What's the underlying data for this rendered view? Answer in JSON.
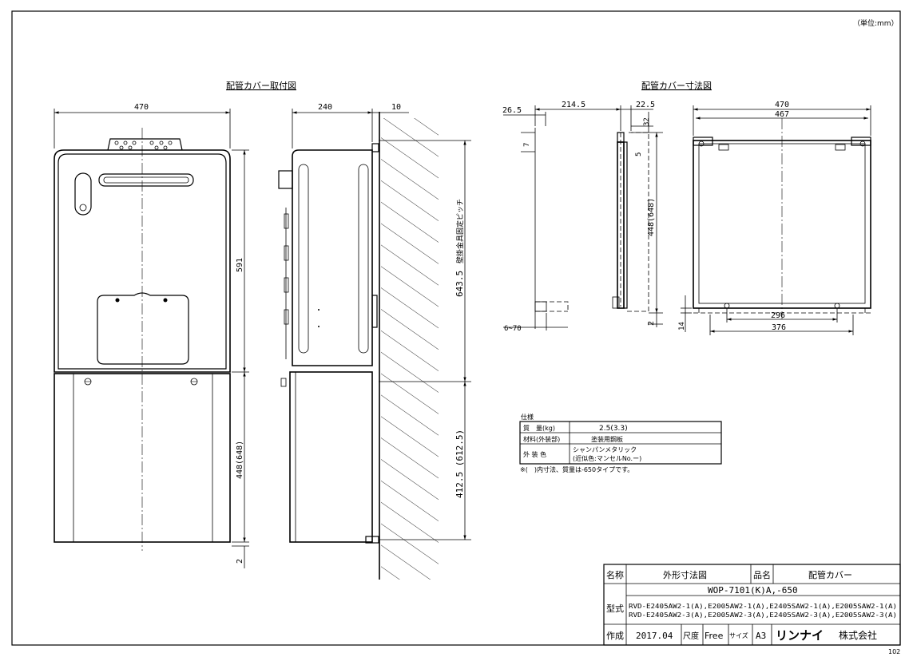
{
  "unit_note": "（単位:mm）",
  "page_number": "102",
  "views": {
    "mounting_title": "配管カバー取付図",
    "cover_title": "配管カバー寸法図"
  },
  "dims": {
    "front_width": "470",
    "front_height": "591",
    "front_lower": "448(648)",
    "front_bottom": "2",
    "side_depth": "240",
    "wall_gap": "10",
    "pitch": "643.5",
    "pitch_label": "壁掛金具固定ピッチ",
    "lower_pitch": "412.5 (612.5)",
    "cv_left": "26.5",
    "cv_depth": "214.5",
    "cv_right": "22.5",
    "cv_32": "32",
    "cv_7": "7",
    "cv_5": "5",
    "cv_height": "448(648)",
    "cv_2": "2",
    "cv_6_70": "6~70",
    "cf_470": "470",
    "cf_467": "467",
    "cf_296": "296",
    "cf_376": "376",
    "cf_14": "14"
  },
  "spec": {
    "heading": "仕様",
    "rows": [
      {
        "label": "質　量(kg)",
        "value": "2.5(3.3)"
      },
      {
        "label": "材料(外装部)",
        "value": "塗装用鋼板"
      },
      {
        "label": "外 装 色",
        "value": "シャンパンメタリック",
        "value2": "(近似色:マンセルNo.ー)"
      }
    ],
    "note": "※(　)内寸法、質量は-650タイプです。"
  },
  "title_block": {
    "name_label": "名称",
    "name_value": "外形寸法図",
    "item_label": "品名",
    "item_value": "配管カバー",
    "model_label": "型式",
    "model_main": "WOP-7101(K)A,-650",
    "model_line1": "RVD-E2405AW2-1(A),E2005AW2-1(A),E2405SAW2-1(A),E2005SAW2-1(A)",
    "model_line2": "RVD-E2405AW2-3(A),E2005AW2-3(A),E2405SAW2-3(A),E2005SAW2-3(A)",
    "made_label": "作成",
    "made_value": "2017.04",
    "scale_label": "尺度",
    "scale_value": "Free",
    "size_label": "サイズ",
    "size_value": "A3",
    "brand": "リンナイ",
    "company_suffix": "株式会社"
  }
}
